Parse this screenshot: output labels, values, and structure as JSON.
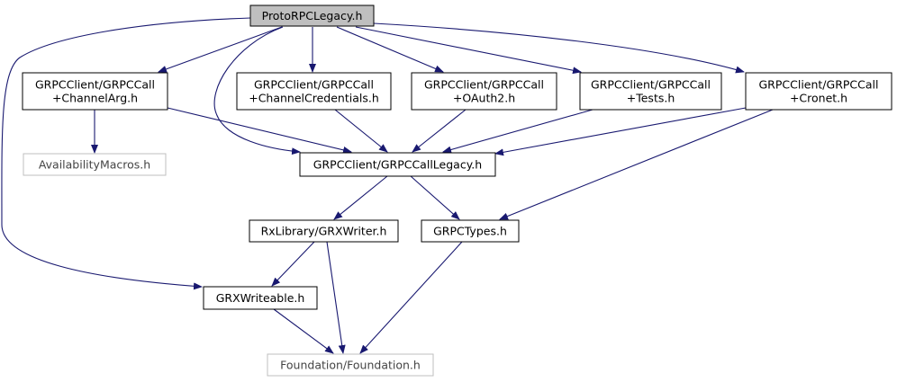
{
  "colors": {
    "edge": "#191970",
    "root_fill": "#bfbfbf",
    "node_border": "#000000",
    "external_border": "#bfbfbf",
    "background": "#ffffff"
  },
  "nodes": {
    "root": {
      "lines": [
        "ProtoRPCLegacy.h"
      ],
      "kind": "root"
    },
    "channel_arg": {
      "lines": [
        "GRPCClient/GRPCCall",
        "+ChannelArg.h"
      ],
      "kind": "normal"
    },
    "channel_credentials": {
      "lines": [
        "GRPCClient/GRPCCall",
        "+ChannelCredentials.h"
      ],
      "kind": "normal"
    },
    "oauth2": {
      "lines": [
        "GRPCClient/GRPCCall",
        "+OAuth2.h"
      ],
      "kind": "normal"
    },
    "tests": {
      "lines": [
        "GRPCClient/GRPCCall",
        "+Tests.h"
      ],
      "kind": "normal"
    },
    "cronet": {
      "lines": [
        "GRPCClient/GRPCCall",
        "+Cronet.h"
      ],
      "kind": "normal"
    },
    "availability_macros": {
      "lines": [
        "AvailabilityMacros.h"
      ],
      "kind": "external"
    },
    "call_legacy": {
      "lines": [
        "GRPCClient/GRPCCallLegacy.h"
      ],
      "kind": "normal"
    },
    "grx_writer": {
      "lines": [
        "RxLibrary/GRXWriter.h"
      ],
      "kind": "normal"
    },
    "grpc_types": {
      "lines": [
        "GRPCTypes.h"
      ],
      "kind": "normal"
    },
    "grx_writeable": {
      "lines": [
        "GRXWriteable.h"
      ],
      "kind": "normal"
    },
    "foundation": {
      "lines": [
        "Foundation/Foundation.h"
      ],
      "kind": "external"
    }
  },
  "edges": [
    [
      "root",
      "channel_arg"
    ],
    [
      "root",
      "channel_credentials"
    ],
    [
      "root",
      "oauth2"
    ],
    [
      "root",
      "tests"
    ],
    [
      "root",
      "cronet"
    ],
    [
      "root",
      "call_legacy"
    ],
    [
      "root",
      "grx_writeable"
    ],
    [
      "channel_arg",
      "availability_macros"
    ],
    [
      "channel_arg",
      "call_legacy"
    ],
    [
      "channel_credentials",
      "call_legacy"
    ],
    [
      "oauth2",
      "call_legacy"
    ],
    [
      "tests",
      "call_legacy"
    ],
    [
      "cronet",
      "call_legacy"
    ],
    [
      "cronet",
      "grpc_types"
    ],
    [
      "call_legacy",
      "grx_writer"
    ],
    [
      "call_legacy",
      "grpc_types"
    ],
    [
      "grx_writer",
      "grx_writeable"
    ],
    [
      "grx_writer",
      "foundation"
    ],
    [
      "grpc_types",
      "foundation"
    ],
    [
      "grx_writeable",
      "foundation"
    ]
  ]
}
